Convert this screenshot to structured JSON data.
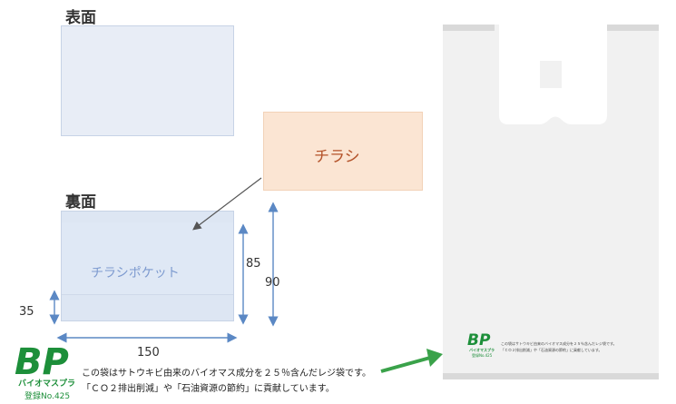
{
  "labels": {
    "front": "表面",
    "back": "裏面",
    "flyer": "チラシ",
    "pocket": "チラシポケット"
  },
  "dimensions": {
    "width": "150",
    "height_85": "85",
    "height_90": "90",
    "height_35": "35"
  },
  "logo": {
    "mark": "BP",
    "subtitle": "バイオマスプラ",
    "registration": "登録No.425"
  },
  "notice": {
    "line1": "この袋はサトウキビ由来のバイオマス成分を２５％含んだレジ袋です。",
    "line2": "「ＣＯ２排出削減」や「石油資源の節約」に貢献しています。"
  },
  "colors": {
    "panel": "#dde6f3",
    "flyer": "#fbe5d3",
    "flyer_text": "#b4532a",
    "dimension_arrow": "#5b88c4",
    "logo_green": "#1d8f3a",
    "pointer_arrow": "#3aa24a",
    "bag": "#f1f1f1"
  }
}
